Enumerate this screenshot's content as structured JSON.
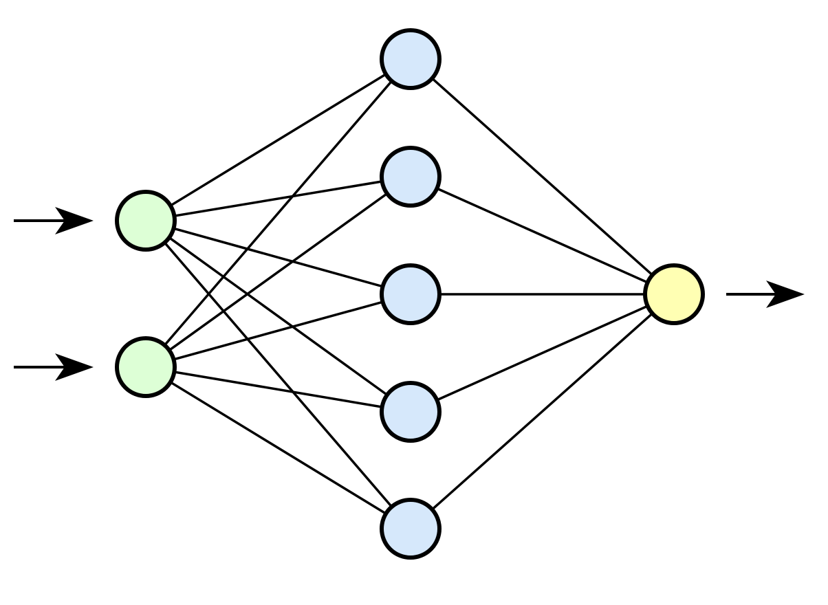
{
  "diagram": {
    "type": "neural-network",
    "layers": [
      {
        "name": "input",
        "count": 2
      },
      {
        "name": "hidden",
        "count": 5
      },
      {
        "name": "output",
        "count": 1
      }
    ],
    "connectivity": "fully-connected",
    "input_arrows": 2,
    "output_arrows": 1,
    "colors": {
      "input_fill": "#DDFFD6",
      "hidden_fill": "#D6E8FB",
      "output_fill": "#FFFFB3",
      "stroke": "#000000",
      "background": "#FFFFFF"
    }
  }
}
